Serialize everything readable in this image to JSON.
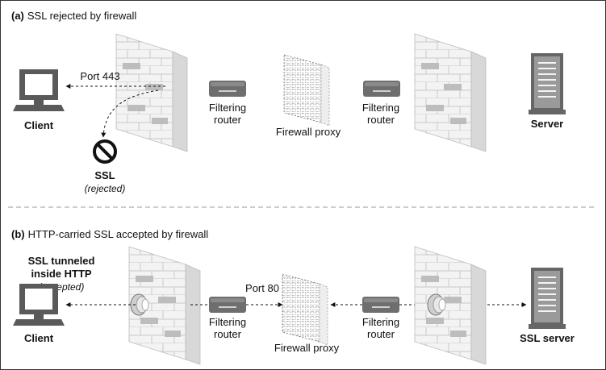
{
  "panel_a": {
    "title_prefix": "(a)",
    "title_text": "SSL rejected by firewall",
    "port_label": "Port 443",
    "client_label": "Client",
    "ssl_label": "SSL",
    "ssl_status": "(rejected)",
    "router1_line1": "Filtering",
    "router1_line2": "router",
    "proxy_label": "Firewall proxy",
    "router2_line1": "Filtering",
    "router2_line2": "router",
    "server_label": "Server"
  },
  "panel_b": {
    "title_prefix": "(b)",
    "title_text": "HTTP-carried SSL accepted by firewall",
    "tunnel_line1": "SSL tunneled",
    "tunnel_line2": "inside HTTP",
    "tunnel_status": "(accepted)",
    "port_label": "Port 80",
    "client_label": "Client",
    "router1_line1": "Filtering",
    "router1_line2": "router",
    "proxy_label": "Firewall proxy",
    "router2_line1": "Filtering",
    "router2_line2": "router",
    "server_label": "SSL server"
  },
  "colors": {
    "brick": "#b8b8b8",
    "wall_side": "#e6e6e6",
    "wall_face": "#f2f2f2",
    "device": "#6e6e6e",
    "border": "#333333"
  }
}
